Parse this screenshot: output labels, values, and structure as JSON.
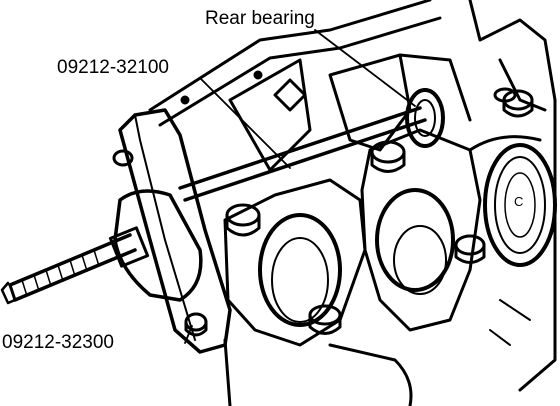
{
  "callouts": {
    "rear_bearing": "Rear bearing",
    "upper_tool": "09212-32100",
    "lower_tool": "09212-32300"
  },
  "inline_marks": {
    "bearing_letter": "C"
  },
  "colors": {
    "ink": "#000000",
    "paper": "#ffffff"
  }
}
